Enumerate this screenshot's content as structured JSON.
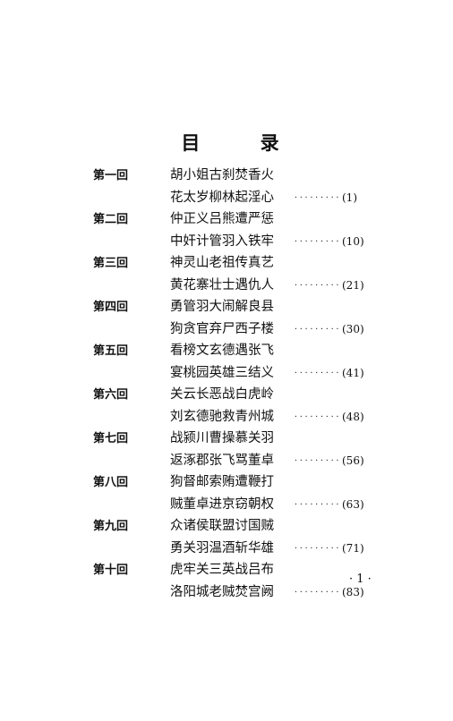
{
  "title": "目 录",
  "leader": "·········",
  "entries": [
    {
      "chapter": "第一回",
      "line1": "胡小姐古刹焚香火",
      "line2": "花太岁柳林起淫心",
      "page": "(1)"
    },
    {
      "chapter": "第二回",
      "line1": "仲正义吕熊遭严惩",
      "line2": "中奸计管羽入铁牢",
      "page": "(10)"
    },
    {
      "chapter": "第三回",
      "line1": "神灵山老祖传真艺",
      "line2": "黄花寨壮士遇仇人",
      "page": "(21)"
    },
    {
      "chapter": "第四回",
      "line1": "勇管羽大闹解良县",
      "line2": "狗贪官弃尸西子楼",
      "page": "(30)"
    },
    {
      "chapter": "第五回",
      "line1": "看榜文玄德遇张飞",
      "line2": "宴桃园英雄三结义",
      "page": "(41)"
    },
    {
      "chapter": "第六回",
      "line1": "关云长恶战白虎岭",
      "line2": "刘玄德驰救青州城",
      "page": "(48)"
    },
    {
      "chapter": "第七回",
      "line1": "战颍川曹操慕关羽",
      "line2": "返涿郡张飞骂董卓",
      "page": "(56)"
    },
    {
      "chapter": "第八回",
      "line1": "狗督邮索贿遭鞭打",
      "line2": "贼董卓进京窃朝权",
      "page": "(63)"
    },
    {
      "chapter": "第九回",
      "line1": "众诸侯联盟讨国贼",
      "line2": "勇关羽温酒斩华雄",
      "page": "(71)"
    },
    {
      "chapter": "第十回",
      "line1": "虎牢关三英战吕布",
      "line2": "洛阳城老贼焚宫阙",
      "page": "(83)"
    }
  ],
  "footer_page": "· 1 ·"
}
